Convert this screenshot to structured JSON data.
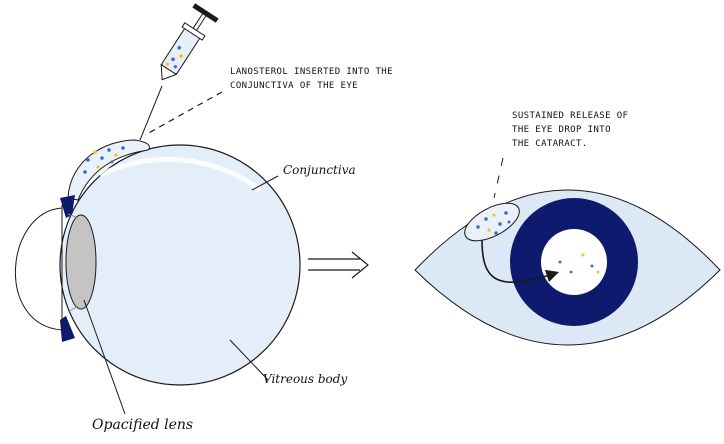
{
  "labels": {
    "injection_line1": "LANOSTEROL INSERTED INTO THE",
    "injection_line2": "CONJUNCTIVA OF THE EYE",
    "release_line1": "SUSTAINED RELEASE OF",
    "release_line2": "THE EYE DROP INTO",
    "release_line3": "THE CATARACT.",
    "conjunctiva": "Conjunctiva",
    "vitreous_body": "Vitreous body",
    "opacified_lens": "Opacified lens"
  },
  "colors": {
    "outline": "#1a1a1a",
    "eyeball_fill": "#e3eef9",
    "eye_blue": "#dde8f6",
    "iris_navy": "#0d1a6e",
    "lens_gray": "#c4c4c4",
    "drop_blue": "#2f6fd8",
    "drop_yellow": "#f0c419",
    "syringe_fluid": "#e7eff9"
  },
  "icons": {
    "syringe": "syringe-icon",
    "arrow": "double-arrow-icon"
  }
}
